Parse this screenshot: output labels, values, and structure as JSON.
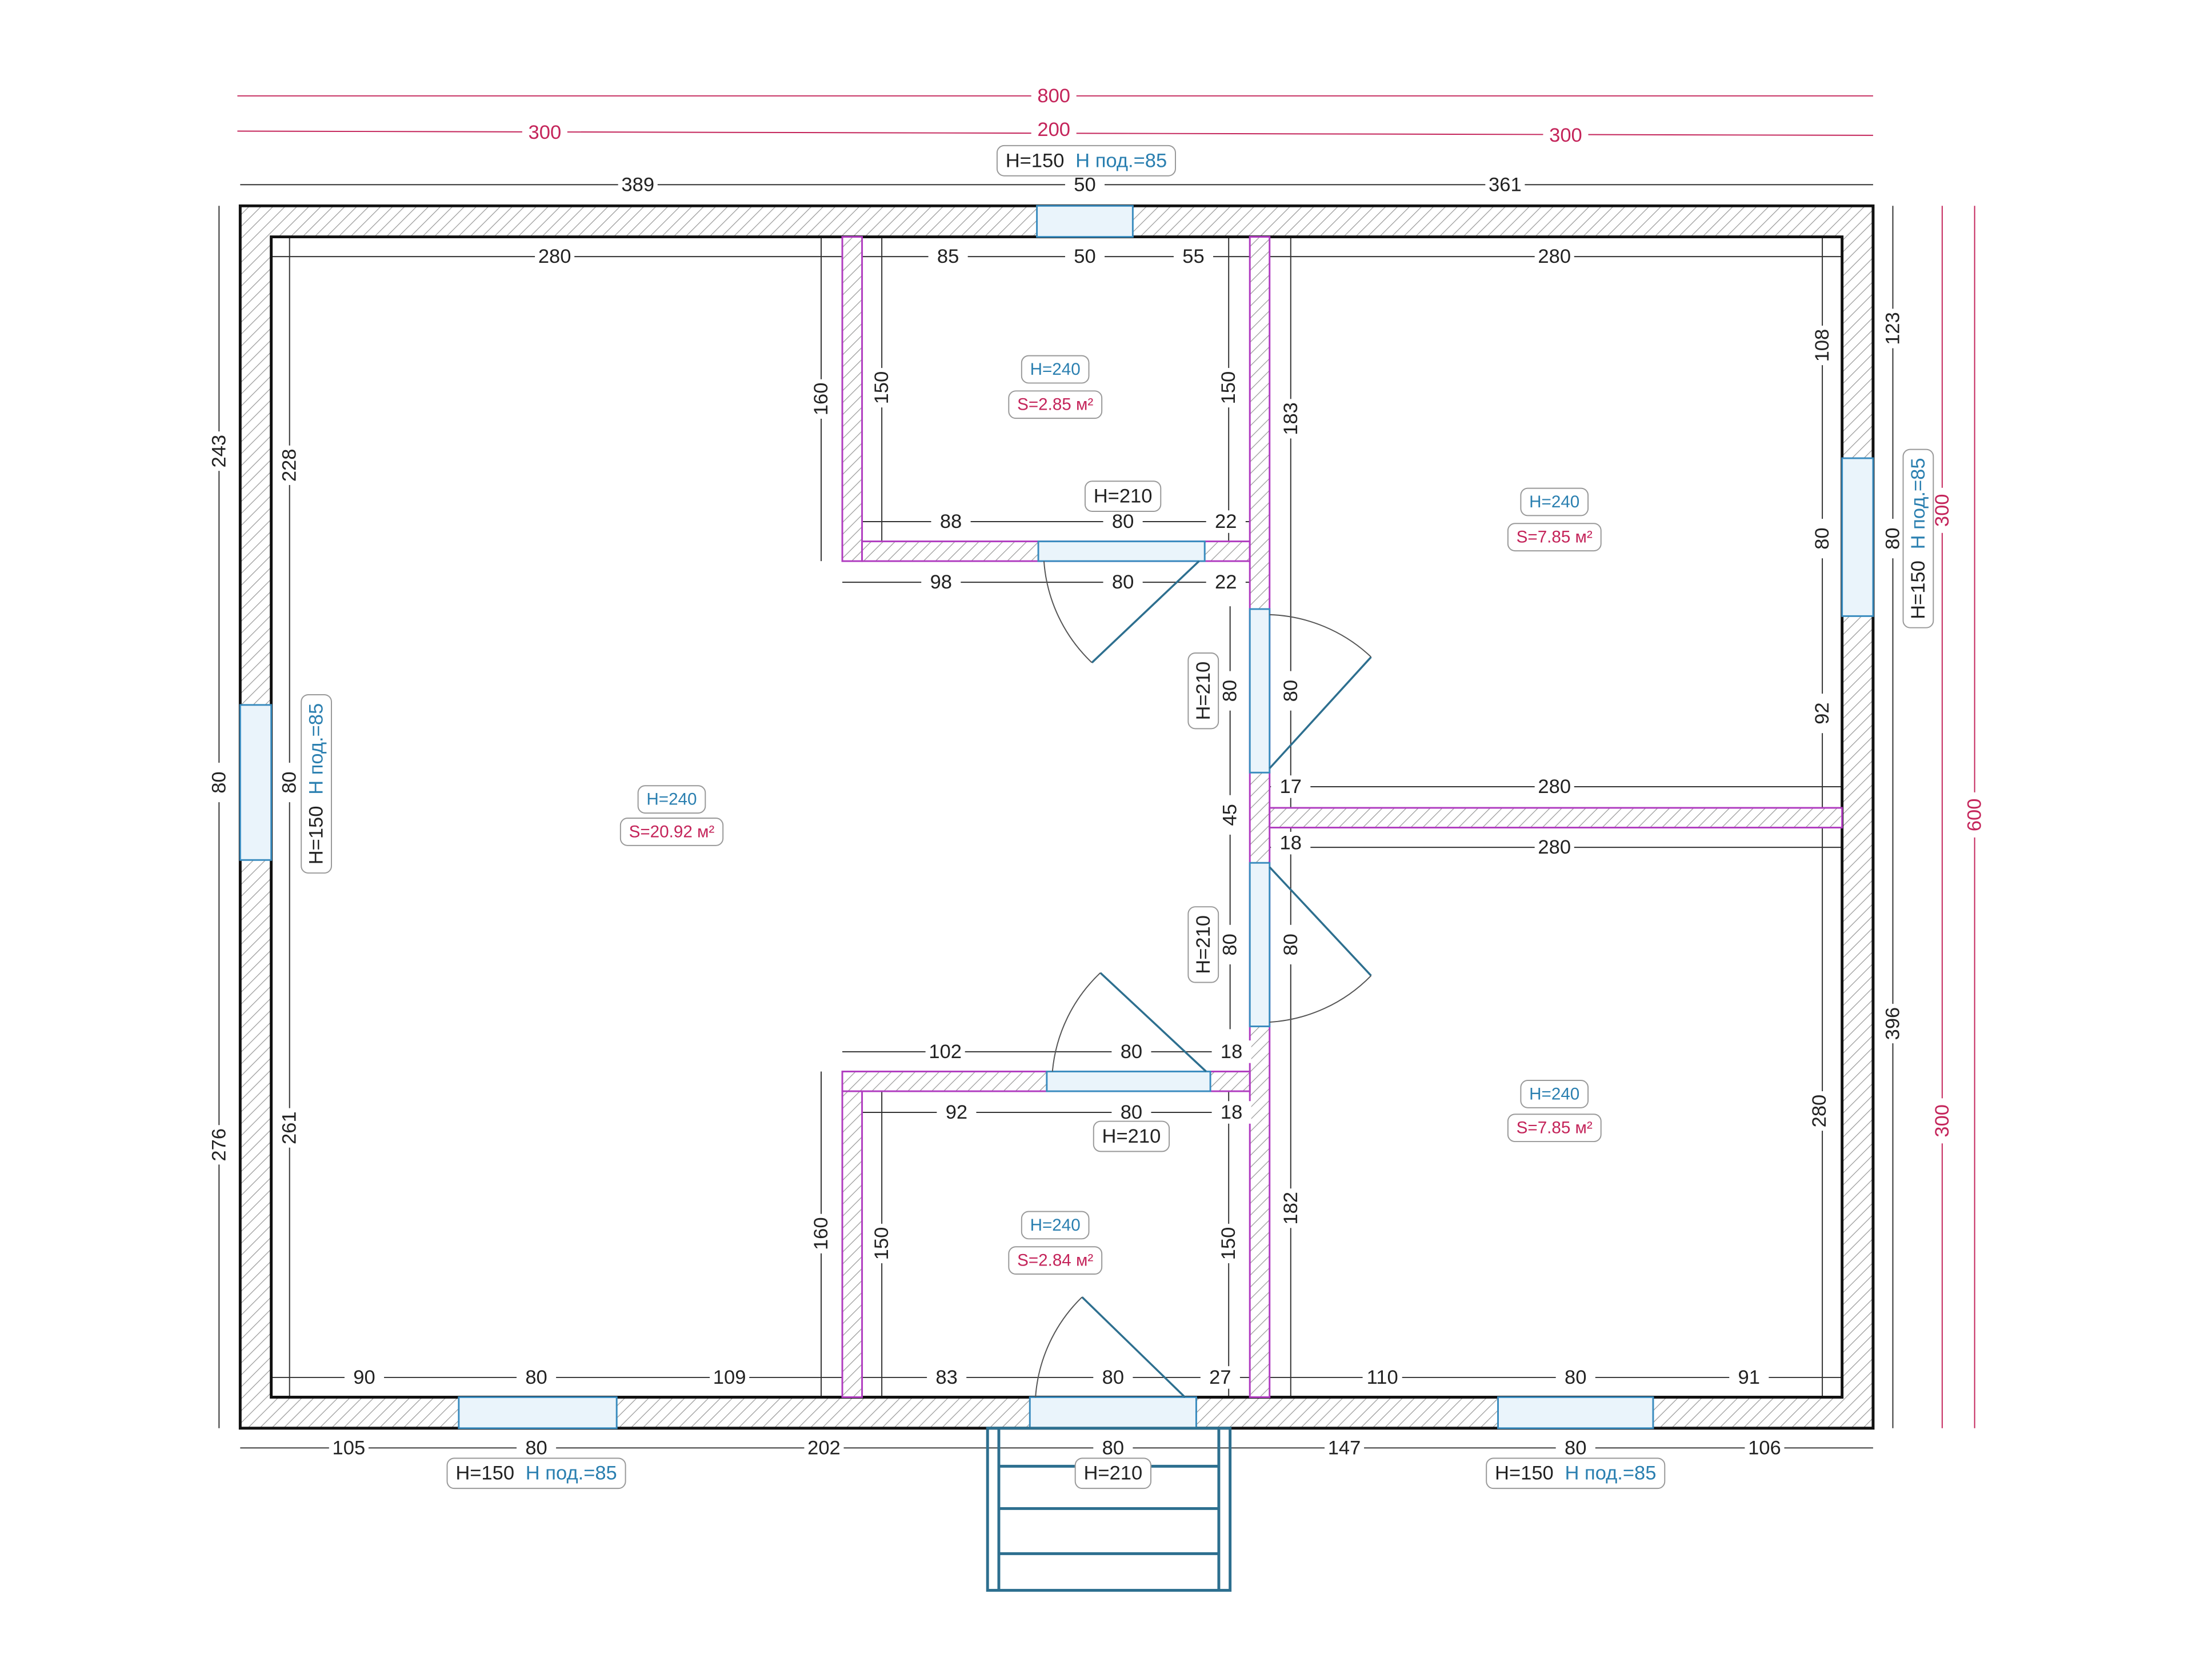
{
  "overall": {
    "total_width": "800",
    "left_part": "300",
    "middle_part": "200",
    "right_part": "300",
    "total_depth": "600",
    "depth_top": "300",
    "depth_bottom": "300"
  },
  "dims": [
    "389",
    "50",
    "361",
    "280",
    "85",
    "50",
    "55",
    "280",
    "243",
    "228",
    "80",
    "80",
    "276",
    "261",
    "160",
    "150",
    "150",
    "183",
    "88",
    "80",
    "22",
    "98",
    "80",
    "22",
    "108",
    "123",
    "80",
    "80",
    "92",
    "80",
    "80",
    "17",
    "280",
    "45",
    "18",
    "280",
    "80",
    "80",
    "102",
    "80",
    "18",
    "92",
    "80",
    "18",
    "160",
    "150",
    "150",
    "182",
    "396",
    "280",
    "90",
    "80",
    "109",
    "83",
    "80",
    "27",
    "110",
    "80",
    "91",
    "105",
    "80",
    "202",
    "80",
    "147",
    "80",
    "106"
  ],
  "rooms": [
    {
      "height": "H=240",
      "area": "S=20.92 м²"
    },
    {
      "height": "H=240",
      "area": "S=2.85 м²"
    },
    {
      "height": "H=240",
      "area": "S=7.85 м²"
    },
    {
      "height": "H=240",
      "area": "S=7.85 м²"
    },
    {
      "height": "H=240",
      "area": "S=2.84 м²"
    }
  ],
  "windows": [
    {
      "height": "H=150",
      "sill": "Н под.=85"
    },
    {
      "height": "H=150",
      "sill": "Н под.=85"
    },
    {
      "height": "H=150",
      "sill": "Н под.=85"
    },
    {
      "height": "H=150",
      "sill": "Н под.=85"
    },
    {
      "height": "H=150",
      "sill": "Н под.=85"
    }
  ],
  "doors": [
    "H=210",
    "H=210",
    "H=210",
    "H=210",
    "H=210"
  ],
  "colors": {
    "dimension_red": "#c4245a",
    "height_blue": "#2a7fb0",
    "partition": "#b03cc0",
    "window": "#3a8cbf"
  }
}
